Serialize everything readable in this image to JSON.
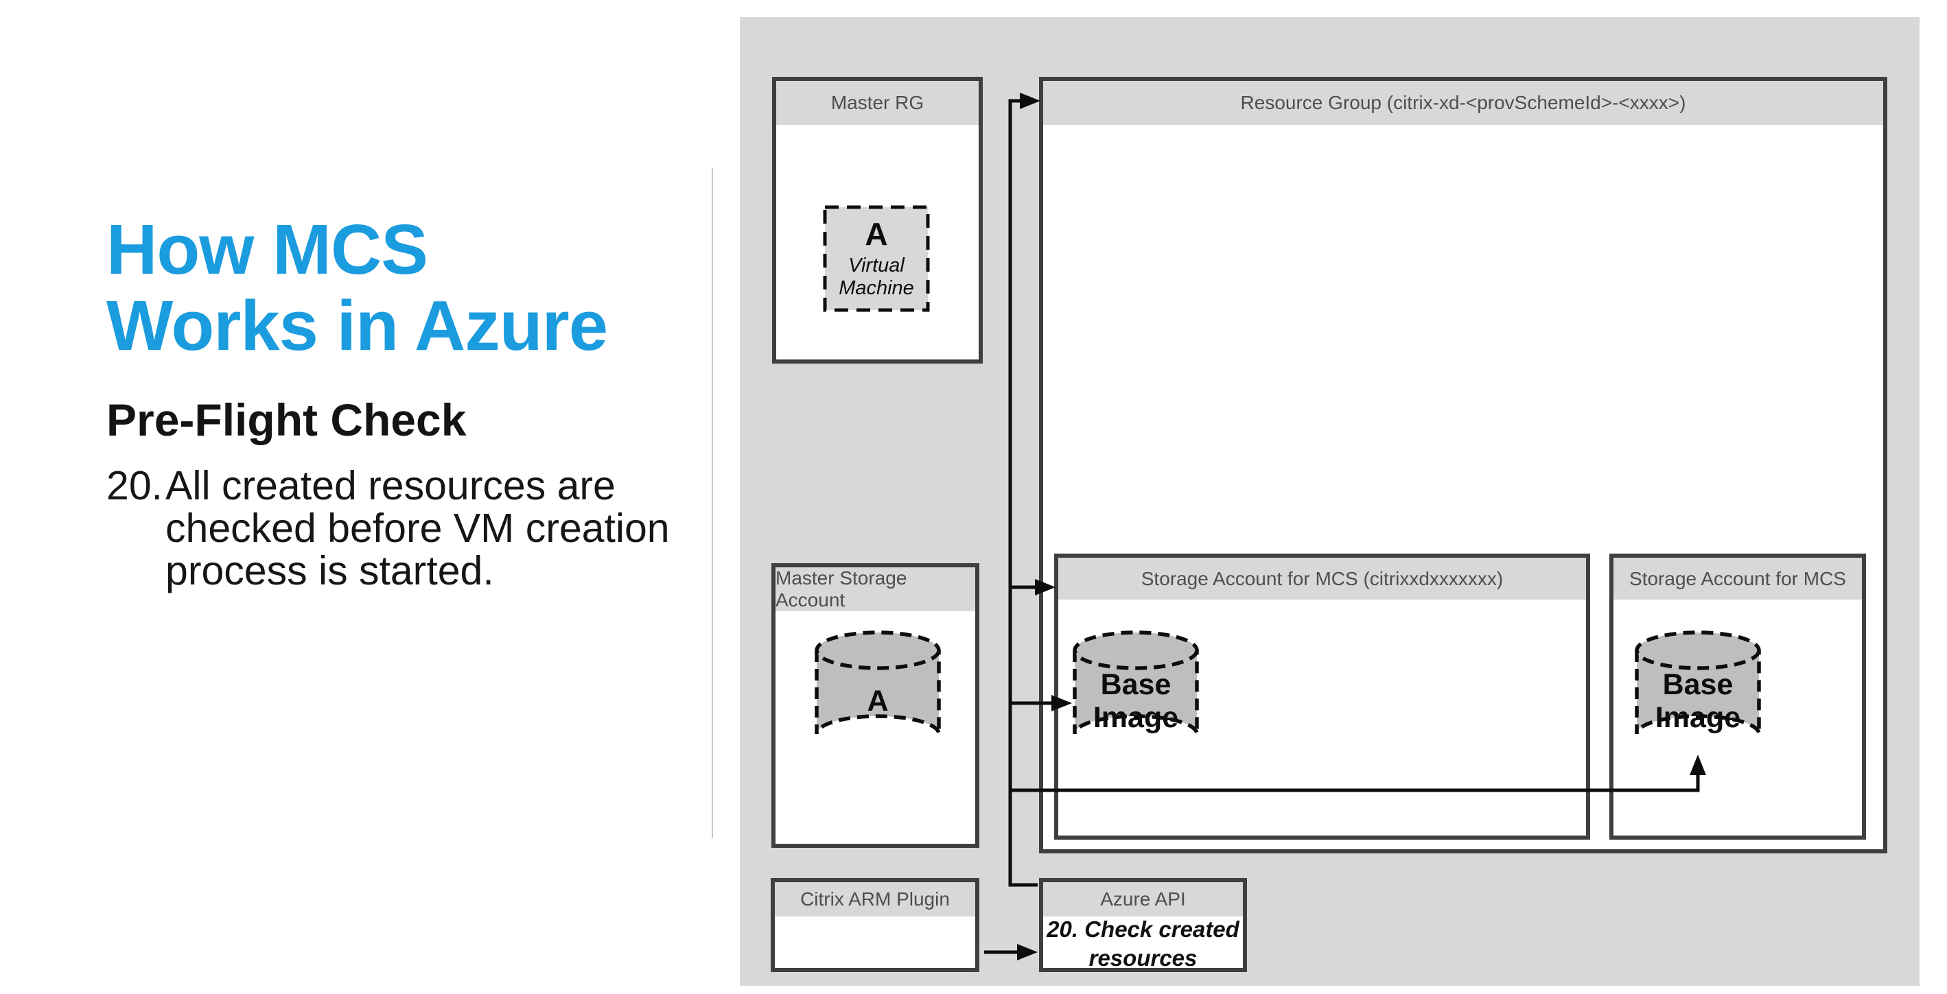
{
  "slide": {
    "title": {
      "line1": "How MCS",
      "line2": "Works in Azure"
    },
    "subtitle": "Pre-Flight Check",
    "step": {
      "number": "20.",
      "text": "All created resources are\nchecked before VM creation\nprocess is started."
    }
  },
  "diagram": {
    "master_rg": {
      "title": "Master RG",
      "vm_letter": "A",
      "vm_caption": "Virtual\nMachine"
    },
    "resource_group": {
      "title": "Resource Group (citrix-xd-<provSchemeId>-<xxxx>)"
    },
    "storage_account_mcs_main": {
      "title": "Storage Account for MCS (citrixxdxxxxxxx)",
      "cylinder_label": "Base\nImage"
    },
    "storage_account_mcs_secondary": {
      "title": "Storage Account for MCS",
      "cylinder_label": "Base\nImage"
    },
    "master_storage_account": {
      "title": "Master Storage Account",
      "cylinder_label": "A"
    },
    "citrix_arm_plugin": {
      "title": "Citrix ARM Plugin"
    },
    "azure_api": {
      "title": "Azure API",
      "note": "20. Check created\nresources"
    }
  },
  "colors": {
    "accent_blue": "#1B9CDE",
    "panel_gray": "#D8D8D8",
    "border_gray": "#3F3F3F",
    "cylinder_gray": "#BEBEBE",
    "header_text": "#4E4E4E",
    "line_black": "#0D0D0D"
  }
}
